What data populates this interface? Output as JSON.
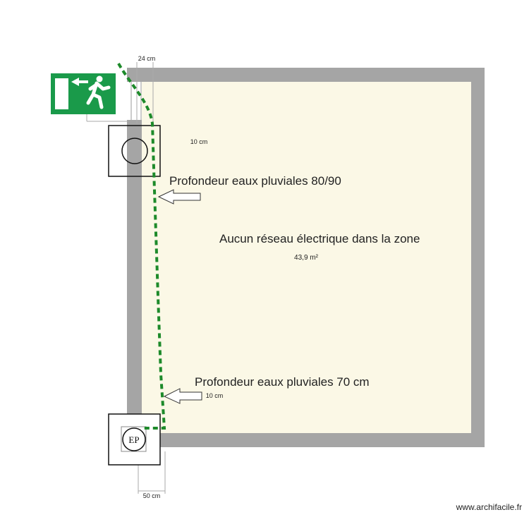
{
  "plan": {
    "dimensions": {
      "top_width": "24 cm",
      "inner_top": "10 cm",
      "inner_bottom": "10 cm",
      "bottom_width": "50 cm"
    },
    "annotations": {
      "rain_depth_top": "Profondeur eaux pluviales 80/90",
      "no_network": "Aucun réseau électrique dans la zone",
      "area": "43,9 m²",
      "rain_depth_bottom": "Profondeur eaux pluviales 70 cm"
    },
    "manhole_bottom_label": "EP",
    "watermark": "www.archifacile.fr",
    "colors": {
      "room_fill": "#fbf8e6",
      "wall": "#a5a5a5",
      "exit_sign": "#1a9a4a",
      "dashed_line": "#1d8a2a"
    },
    "icons": [
      "emergency-exit-icon",
      "manhole-top-icon",
      "manhole-ep-icon",
      "arrow-left-icon"
    ]
  }
}
